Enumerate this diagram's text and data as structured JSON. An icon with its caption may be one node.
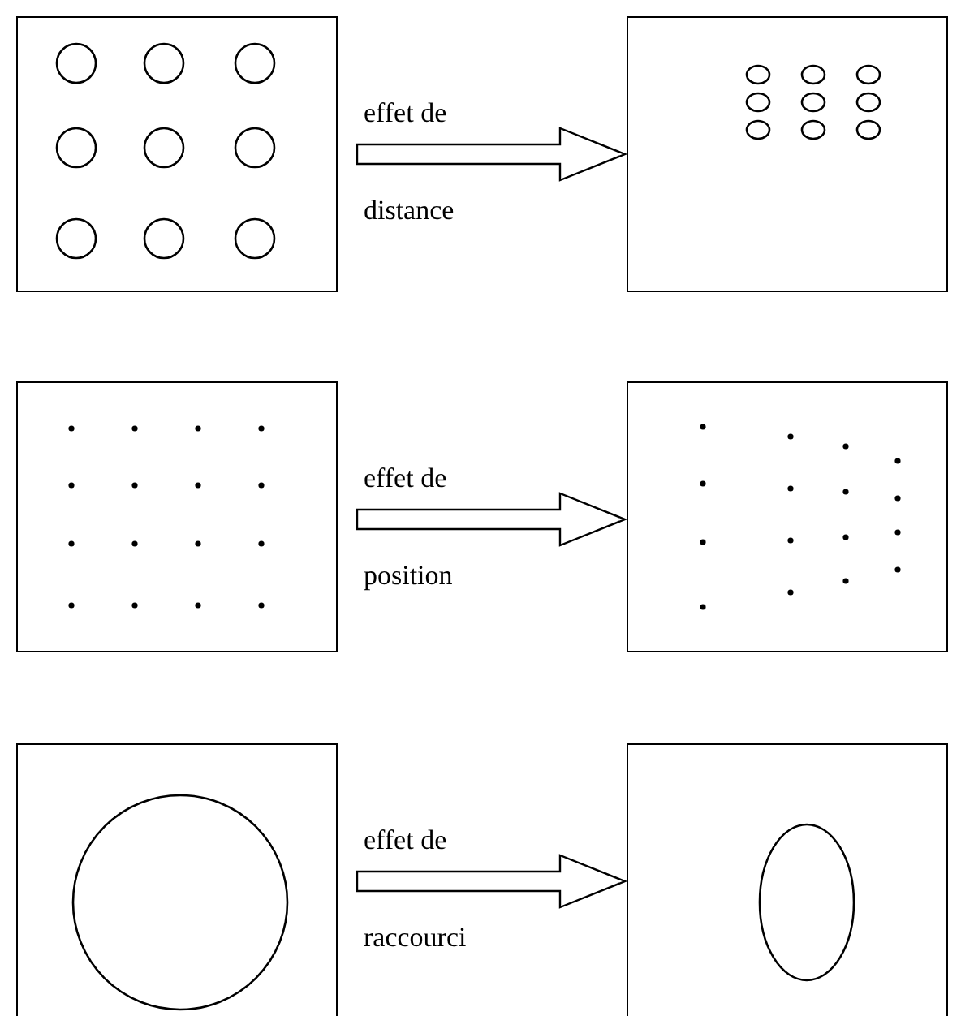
{
  "diagram": {
    "nodes": [
      {
        "text": [],
        "shape": "picture"
      },
      {
        "text": [],
        "shape": "picture"
      },
      {
        "text": [],
        "shape": "picture"
      },
      {
        "text": [],
        "shape": "picture"
      },
      {
        "text": [],
        "shape": "picture"
      },
      {
        "text": [],
        "shape": "picture"
      }
    ],
    "edges": [
      {
        "from": 0,
        "to": 1,
        "arrow": "to",
        "label": "effet de distance"
      },
      {
        "from": 2,
        "to": 3,
        "arrow": "to",
        "label": "effet de position"
      },
      {
        "from": 4,
        "to": 5,
        "arrow": "to",
        "label": "effet de raccourci"
      }
    ]
  }
}
